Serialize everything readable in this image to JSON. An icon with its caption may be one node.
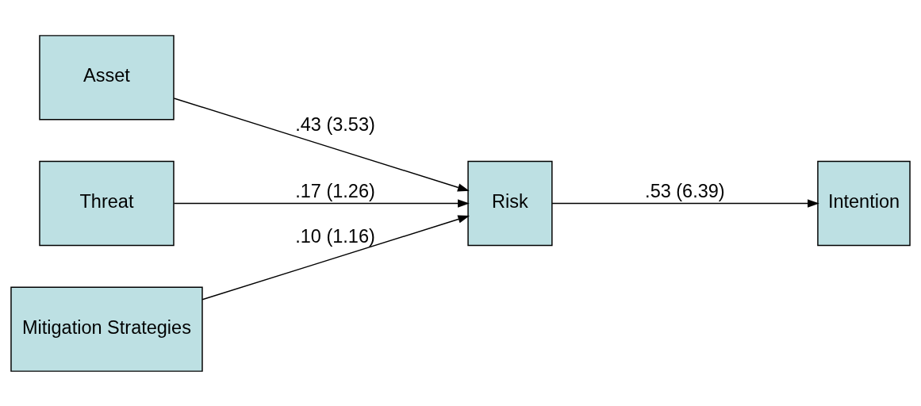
{
  "diagram": {
    "nodes": [
      {
        "text": [
          "Asset"
        ]
      },
      {
        "text": [
          "Threat"
        ]
      },
      {
        "text": [
          "Mitigation Strategies"
        ]
      },
      {
        "text": [
          "Risk"
        ]
      },
      {
        "text": [
          "Intention"
        ]
      }
    ],
    "edges": [
      {
        "from": 0,
        "to": 3,
        "arrow": "to",
        "label": ".43 (3.53)"
      },
      {
        "from": 1,
        "to": 3,
        "arrow": "to",
        "label": ".17 (1.26)"
      },
      {
        "from": 2,
        "to": 3,
        "arrow": "to",
        "label": ".10 (1.16)"
      },
      {
        "from": 3,
        "to": 4,
        "arrow": "to",
        "label": ".53 (6.39)"
      }
    ]
  }
}
